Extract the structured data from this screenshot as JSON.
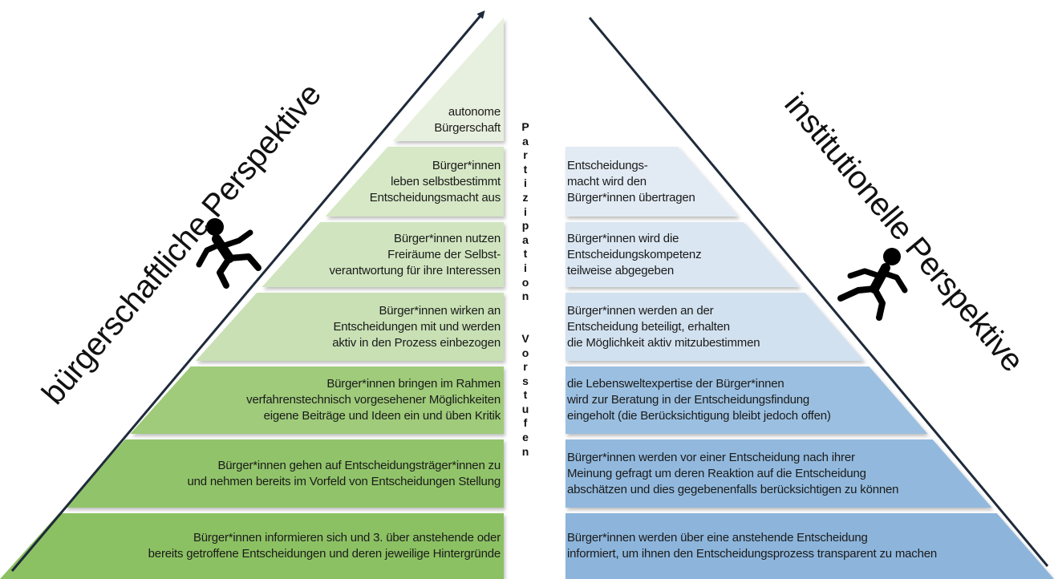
{
  "left_title": "bürgerschaftliche Perspektive",
  "right_title": "institutionelle Perspektive",
  "center_letters": [
    "P",
    "a",
    "r",
    "t",
    "i",
    "z",
    "i",
    "p",
    "a",
    "t",
    "i",
    "o",
    "n",
    "",
    "",
    "V",
    "o",
    "r",
    "s",
    "t",
    "u",
    "f",
    "e",
    "n"
  ],
  "left_levels": [
    {
      "lines": [
        "autonome",
        "Bürgerschaft"
      ],
      "color": "#e7f0de"
    },
    {
      "lines": [
        "Bürger*innen",
        "leben selbstbestimmt",
        "Entscheidungsmacht aus"
      ],
      "color": "#d6e8c6"
    },
    {
      "lines": [
        "Bürger*innen nutzen",
        "Freiräume der Selbst-",
        "verantwortung für ihre Interessen"
      ],
      "color": "#d0e5bf"
    },
    {
      "lines": [
        "Bürger*innen wirken an",
        "Entscheidungen mit und werden",
        "aktiv in den Prozess einbezogen"
      ],
      "color": "#c8e0b4"
    },
    {
      "lines": [
        "Bürger*innen bringen im Rahmen",
        "verfahrenstechnisch vorgesehener Möglichkeiten",
        "eigene Beiträge und Ideen ein und üben Kritik"
      ],
      "color": "#9fcb7a"
    },
    {
      "lines": [
        "Bürger*innen gehen auf Entscheidungsträger*innen zu",
        "und nehmen bereits im Vorfeld von Entscheidungen Stellung"
      ],
      "color": "#91c46a"
    },
    {
      "lines": [
        "Bürger*innen informieren sich und 3. über anstehende oder",
        "bereits getroffene  Entscheidungen und deren jeweilige Hintergründe"
      ],
      "color": "#8cc163"
    }
  ],
  "right_levels": [
    {
      "lines": [
        "Entscheidungs-",
        "macht wird den",
        "Bürger*innen übertragen"
      ],
      "color": "#e2ebf4"
    },
    {
      "lines": [
        "Bürger*innen wird die",
        "Entscheidungskompetenz",
        "teilweise abgegeben"
      ],
      "color": "#dae6f2"
    },
    {
      "lines": [
        "Bürger*innen werden an der",
        "Entscheidung beteiligt, erhalten",
        "die Möglichkeit aktiv mitzubestimmen"
      ],
      "color": "#d2e1ef"
    },
    {
      "lines": [
        "die Lebensweltexpertise der Bürger*innen",
        "wird zur Beratung in der Entscheidungsfindung",
        "eingeholt (die Berücksichtigung bleibt jedoch offen)"
      ],
      "color": "#9bbfe0"
    },
    {
      "lines": [
        "Bürger*innen werden vor einer Entscheidung nach ihrer",
        "Meinung gefragt um deren Reaktion auf die Entscheidung",
        "abschätzen und dies gegebenenfalls berücksichtigen zu können"
      ],
      "color": "#92b9dd"
    },
    {
      "lines": [
        "Bürger*innen werden über eine anstehende Entscheidung",
        "informiert,  um ihnen den Entscheidungsprozess transparent zu machen"
      ],
      "color": "#8db5db"
    }
  ],
  "colors": {
    "line": "#1f2a3a",
    "figure": "#000000"
  },
  "icons": {
    "left_figure": "climbing-person-icon",
    "right_figure": "descending-person-icon"
  }
}
